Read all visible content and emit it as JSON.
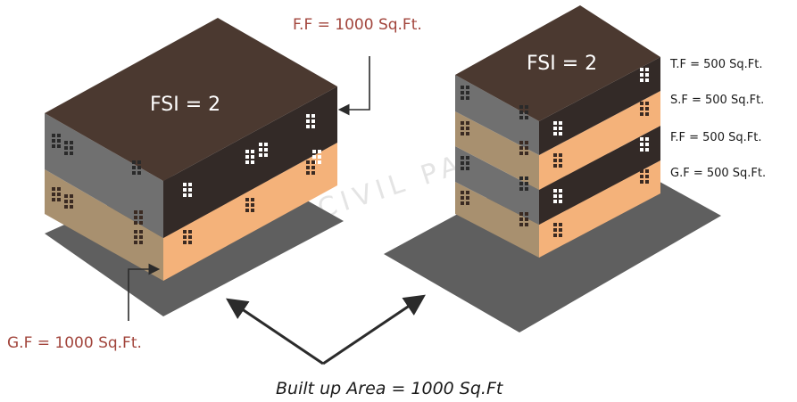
{
  "colors": {
    "roof": "#4b3930",
    "dark_face": "#332a27",
    "grey_face": "#707070",
    "tan_face": "#a8906f",
    "orange_face": "#f4b27a",
    "ground": "#5f5f5f",
    "label_red": "#a2453c",
    "arrow": "#2b2b2b"
  },
  "left_building": {
    "fsi_label": "FSI = 2",
    "floor_label_top": "F.F = 1000 Sq.Ft.",
    "floor_label_bottom": "G.F = 1000 Sq.Ft."
  },
  "right_building": {
    "fsi_label": "FSI = 2",
    "floor_labels": [
      "T.F = 500 Sq.Ft.",
      "S.F = 500 Sq.Ft.",
      "F.F = 500 Sq.Ft.",
      "G.F = 500 Sq.Ft."
    ]
  },
  "caption": "Built up Area = 1000 Sq.Ft",
  "watermark": "CIVIL PAGES"
}
